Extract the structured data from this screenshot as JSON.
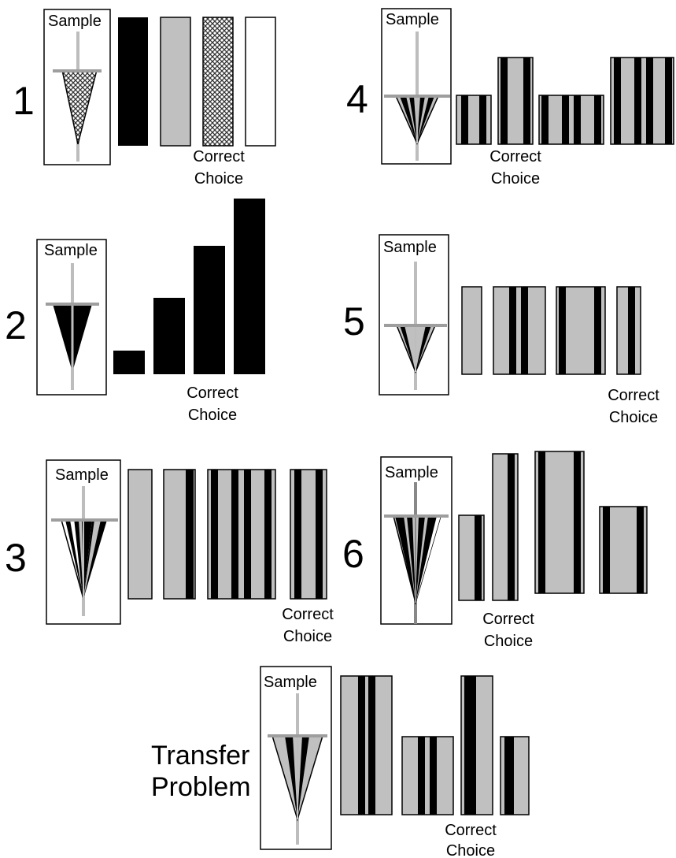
{
  "problems": [
    {
      "number": "1",
      "sample_label": "Sample",
      "correct_label": [
        "Correct",
        "Choice"
      ]
    },
    {
      "number": "2",
      "sample_label": "Sample",
      "correct_label": [
        "Correct",
        "Choice"
      ]
    },
    {
      "number": "3",
      "sample_label": "Sample",
      "correct_label": [
        "Correct",
        "Choice"
      ]
    },
    {
      "number": "4",
      "sample_label": "Sample",
      "correct_label": [
        "Correct",
        "Choice"
      ]
    },
    {
      "number": "5",
      "sample_label": "Sample",
      "correct_label": [
        "Correct",
        "Choice"
      ]
    },
    {
      "number": "6",
      "sample_label": "Sample",
      "correct_label": [
        "Correct",
        "Choice"
      ]
    }
  ],
  "transfer": {
    "title": [
      "Transfer",
      "Problem"
    ],
    "sample_label": "Sample",
    "correct_label": [
      "Correct",
      "Choice"
    ]
  },
  "colors": {
    "black": "#000000",
    "gray": "#c0c0c0",
    "white": "#ffffff",
    "pole": "#bdbdbd"
  }
}
